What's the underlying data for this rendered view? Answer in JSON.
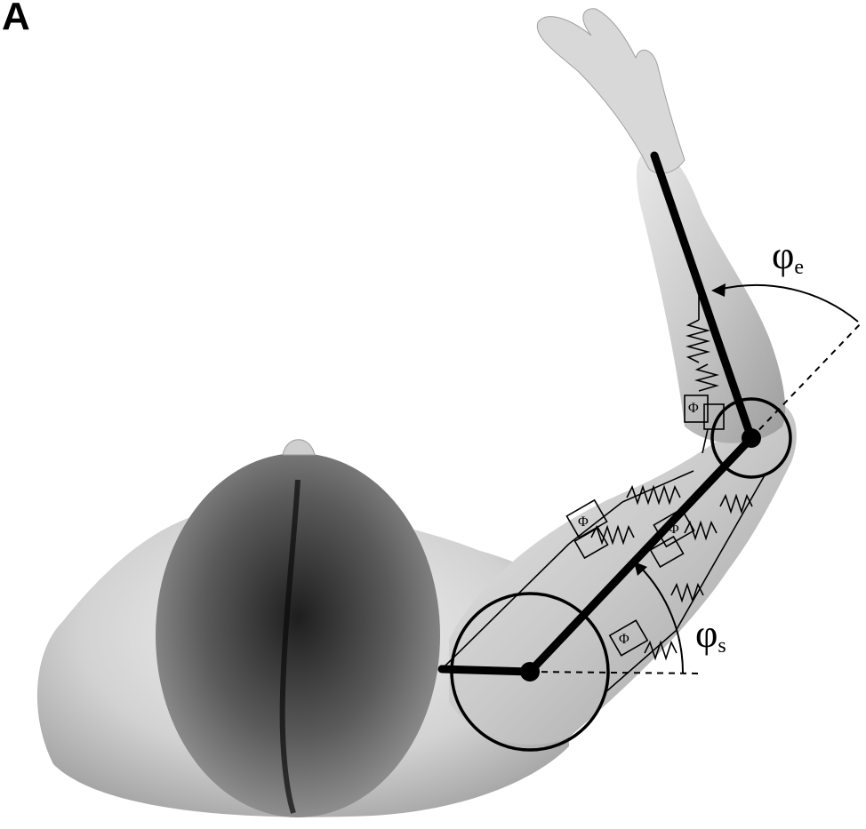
{
  "figure": {
    "panel_letter": "A",
    "elbow_angle": {
      "symbol": "φ",
      "subscript": "e"
    },
    "shoulder_angle": {
      "symbol": "φ",
      "subscript": "s"
    }
  },
  "colors": {
    "ink": "#000000",
    "skin_light": "#e6e6e6",
    "skin_mid": "#bdbdbd",
    "skin_dark": "#8a8a8a",
    "hair": "#3c3c3c"
  },
  "icons": {
    "spring": "zigzag-spring",
    "damper": "dashpot",
    "actuator": "phi-actuator"
  }
}
